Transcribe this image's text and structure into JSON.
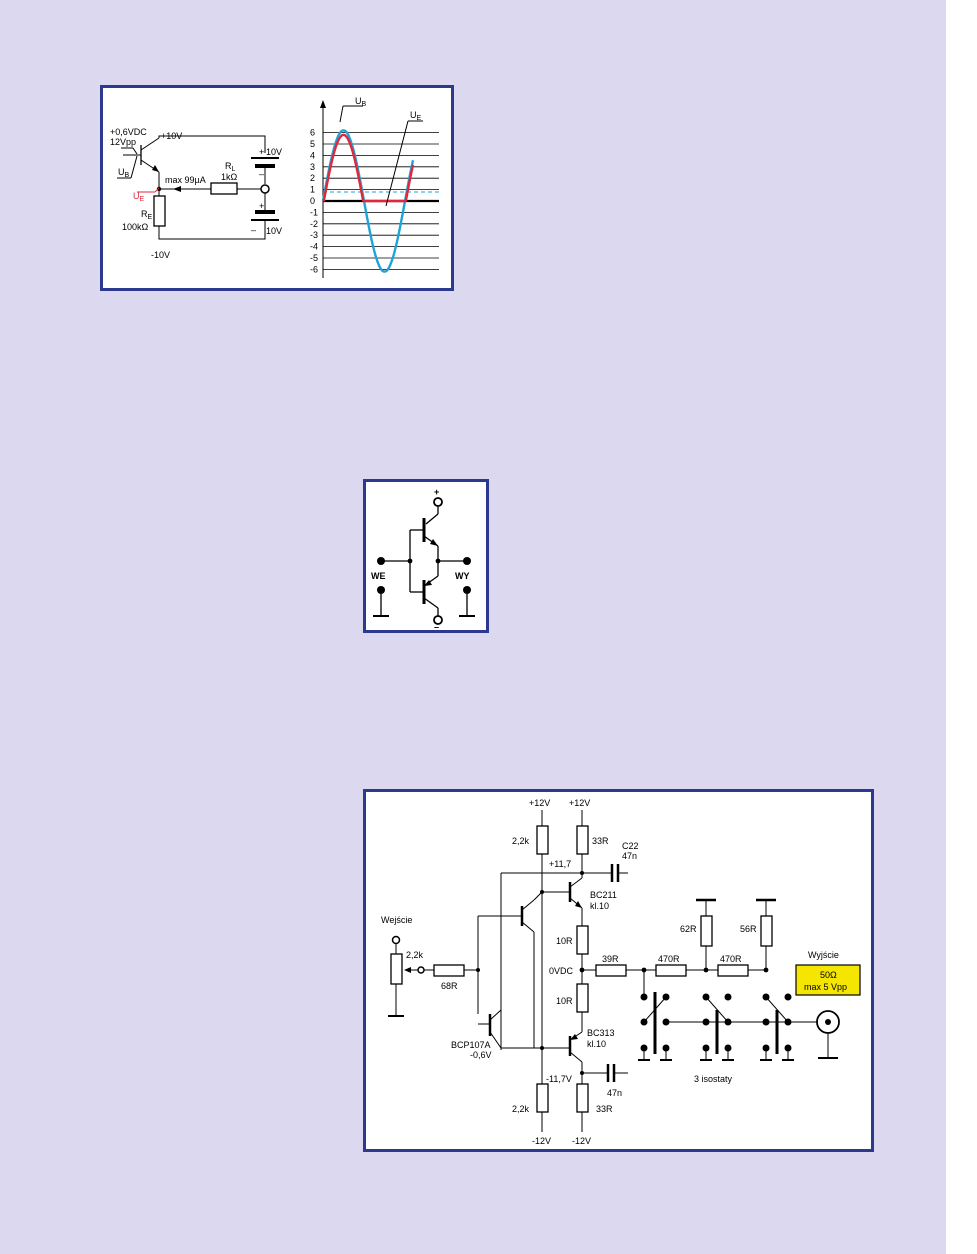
{
  "fig1": {
    "input_dc": "+0,6VDC",
    "input_ac": "12Vpp",
    "ub": "U",
    "ub_sub": "B",
    "ue": "U",
    "ue_sub": "E",
    "vcc": "+10V",
    "current": "max 99µA",
    "rl": "R",
    "rl_sub": "L",
    "rl_val": "1kΩ",
    "re": "R",
    "re_sub": "E",
    "re_val": "100kΩ",
    "vee": "-10V",
    "batt1": "10V",
    "batt2": "10V",
    "plus1": "+",
    "minus1": "–",
    "plus2": "+",
    "minus2": "–",
    "colors": {
      "ub": "#1fa3d8",
      "ue": "#e0283c"
    }
  },
  "fig1_graph": {
    "ub": "U",
    "ub_sub": "B",
    "ue": "U",
    "ue_sub": "E",
    "ticks": [
      "6",
      "5",
      "4",
      "3",
      "2",
      "1",
      "0",
      "-1",
      "-2",
      "-3",
      "-4",
      "-5",
      "-6"
    ]
  },
  "fig2": {
    "plus": "+",
    "minus": "–",
    "we": "WE",
    "wy": "WY"
  },
  "fig3": {
    "v_plus_left": "+12V",
    "v_plus_right": "+12V",
    "r_22k_top": "2,2k",
    "r_33r_top": "33R",
    "c22": "C22",
    "c22_val": "47n",
    "node_top": "+11,7",
    "q_bc211": "BC211",
    "q_bc211_class": "kl.10",
    "r_10r_top": "10R",
    "out_node": "0VDC",
    "r_10r_bot": "10R",
    "q_bc313": "BC313",
    "q_bc313_class": "kl.10",
    "node_bot": "-11,7V",
    "c_bot_val": "47n",
    "r_22k_bot": "2,2k",
    "r_33r_bot": "33R",
    "v_minus_left": "-12V",
    "v_minus_right": "-12V",
    "input_label": "Wejście",
    "pot": "2,2k",
    "r_68r": "68R",
    "q_bcp107a": "BCP107A",
    "q_bcp107a_v": "-0,6V",
    "r_39r": "39R",
    "r_470r_1": "470R",
    "r_470r_2": "470R",
    "r_62r": "62R",
    "r_56r": "56R",
    "output_label": "Wyjście",
    "out_box_1": "50Ω",
    "out_box_2": "max 5 Vpp",
    "switch_caption": "3 isostaty",
    "colors": {
      "highlight": "#f4e600"
    }
  }
}
